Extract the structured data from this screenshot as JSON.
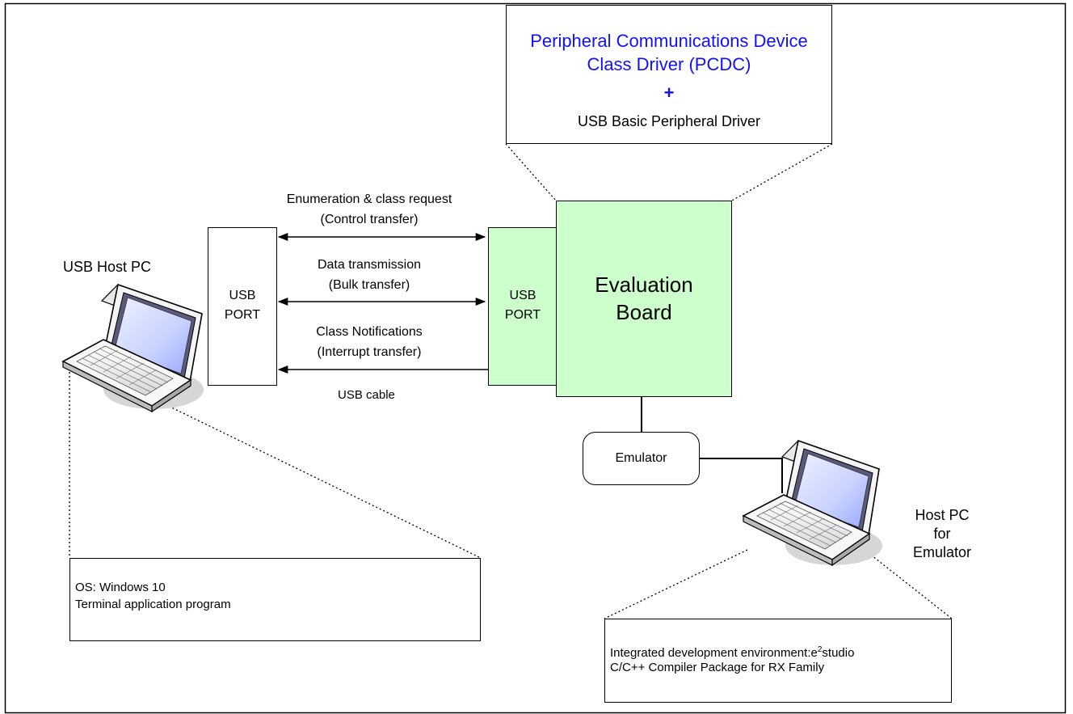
{
  "driver_box": {
    "line1": "Peripheral Communications Device",
    "line2": "Class Driver (PCDC)",
    "plus": "+",
    "line3": "USB Basic Peripheral Driver",
    "accent_color": "#1010ff"
  },
  "usb_host": {
    "title": "USB Host PC",
    "port_line1": "USB",
    "port_line2": "PORT"
  },
  "transfers": [
    {
      "label": "Enumeration & class request",
      "sub": "(Control transfer)"
    },
    {
      "label": "Data transmission",
      "sub": "(Bulk transfer)"
    },
    {
      "label": "Class Notifications",
      "sub": "(Interrupt transfer)"
    }
  ],
  "cable_label": "USB cable",
  "board": {
    "port_line1": "USB",
    "port_line2": "PORT",
    "title_line1": "Evaluation",
    "title_line2": "Board",
    "fill_color": "#ccffcc"
  },
  "emulator": {
    "label": "Emulator"
  },
  "host_emulator": {
    "line1": "Host PC",
    "line2": "for",
    "line3": "Emulator"
  },
  "host_info": {
    "line1": "OS: Windows 10",
    "line2": "Terminal application program"
  },
  "emulator_info": {
    "line1_prefix": "Integrated development environment:e",
    "line1_sup": "2",
    "line1_suffix": "studio",
    "line2": "C/C++ Compiler Package for RX Family"
  }
}
